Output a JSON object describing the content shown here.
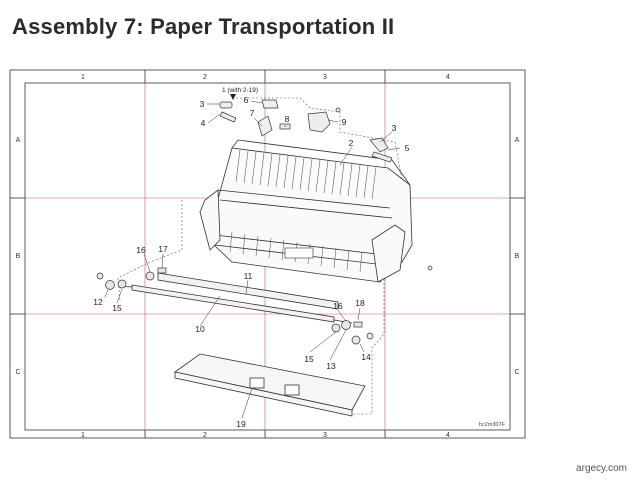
{
  "page": {
    "title": "Assembly 7: Paper Transportation II",
    "footer": "argecy.com"
  },
  "frame": {
    "columns": [
      "1",
      "2",
      "3",
      "4"
    ],
    "rows": [
      "A",
      "B",
      "C"
    ],
    "drawing_code": "hc2m307F",
    "grid_color": "#c8557a",
    "line_color": "#333333"
  },
  "callouts": [
    {
      "id": "c-1",
      "text": "1 (with 2-19)"
    },
    {
      "id": "c-2",
      "text": "2"
    },
    {
      "id": "c-3a",
      "text": "3"
    },
    {
      "id": "c-3b",
      "text": "3"
    },
    {
      "id": "c-4",
      "text": "4"
    },
    {
      "id": "c-5",
      "text": "5"
    },
    {
      "id": "c-6",
      "text": "6"
    },
    {
      "id": "c-7",
      "text": "7"
    },
    {
      "id": "c-8",
      "text": "8"
    },
    {
      "id": "c-9",
      "text": "9"
    },
    {
      "id": "c-10",
      "text": "10"
    },
    {
      "id": "c-11",
      "text": "11"
    },
    {
      "id": "c-12",
      "text": "12"
    },
    {
      "id": "c-13",
      "text": "13"
    },
    {
      "id": "c-14",
      "text": "14"
    },
    {
      "id": "c-15a",
      "text": "15"
    },
    {
      "id": "c-15b",
      "text": "15"
    },
    {
      "id": "c-16a",
      "text": "16"
    },
    {
      "id": "c-16b",
      "text": "16"
    },
    {
      "id": "c-17",
      "text": "17"
    },
    {
      "id": "c-18",
      "text": "18"
    },
    {
      "id": "c-19",
      "text": "19"
    }
  ]
}
